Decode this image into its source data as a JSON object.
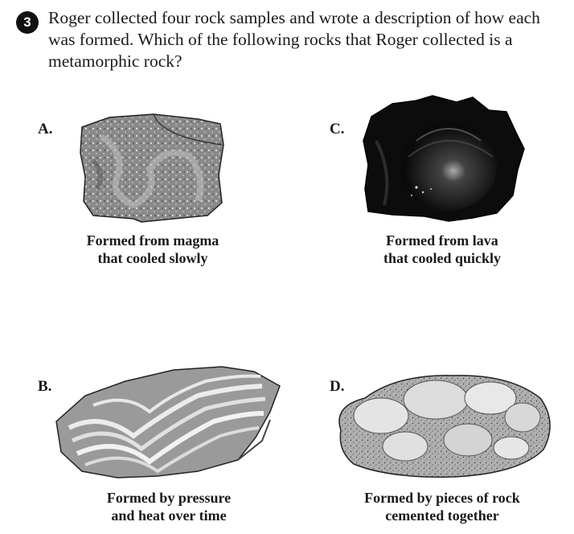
{
  "question": {
    "number": "3",
    "text": "Roger collected four rock samples and wrote a description of how each was formed. Which of the following rocks that Roger collected is a metamorphic rock?"
  },
  "options": [
    {
      "letter": "A.",
      "caption_line1": "Formed from magma",
      "caption_line2": "that cooled slowly",
      "icon": "granite-rock-image"
    },
    {
      "letter": "C.",
      "caption_line1": "Formed from lava",
      "caption_line2": "that cooled quickly",
      "icon": "obsidian-rock-image"
    },
    {
      "letter": "B.",
      "caption_line1": "Formed by pressure",
      "caption_line2": "and heat over time",
      "icon": "banded-gneiss-rock-image"
    },
    {
      "letter": "D.",
      "caption_line1": "Formed by pieces of rock",
      "caption_line2": "cemented together",
      "icon": "conglomerate-rock-image"
    }
  ]
}
